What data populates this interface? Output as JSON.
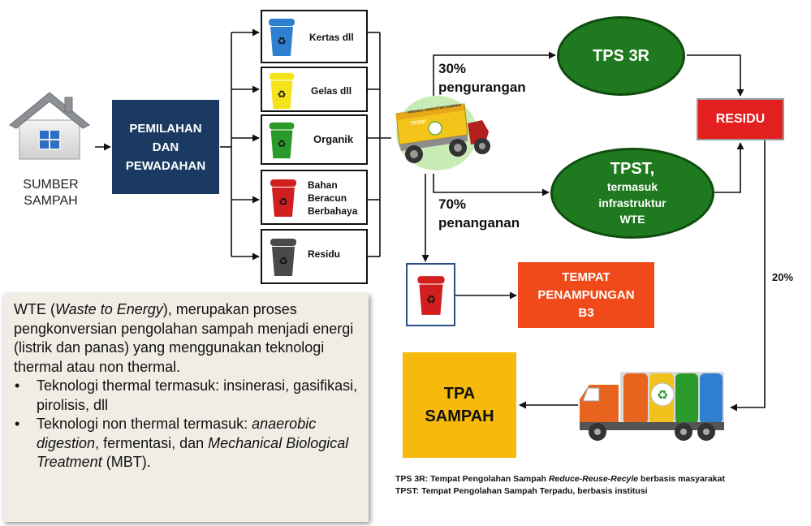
{
  "source": {
    "line1": "SUMBER",
    "line2": "SAMPAH"
  },
  "sorting": {
    "line1": "PEMILAHAN",
    "line2": "DAN",
    "line3": "PEWADAHAN"
  },
  "bins": [
    {
      "label": "Kertas dll",
      "color": "#2f7fd0"
    },
    {
      "label": "Gelas dll",
      "color": "#f4e21b"
    },
    {
      "label": "Organik",
      "color": "#2a9a2a"
    },
    {
      "label_lines": [
        "Bahan",
        "Beracun",
        "Berbahaya"
      ],
      "color": "#d11f1f"
    },
    {
      "label": "Residu",
      "color": "#4a4a4a"
    }
  ],
  "truck_small": {
    "banner": "ARMADA ANGKUTAN SAMPAH",
    "tag": "TPS3R"
  },
  "reduction": {
    "percent": "30%",
    "word": "pengurangan"
  },
  "handling": {
    "percent": "70%",
    "word": "penanganan"
  },
  "tps3r": {
    "label": "TPS 3R"
  },
  "tpst": {
    "title": "TPST,",
    "line2": "termasuk",
    "line3": "infrastruktur",
    "line4": "WTE"
  },
  "residu": {
    "label": "RESIDU"
  },
  "residu_percent": "20%",
  "b3": {
    "line1": "TEMPAT",
    "line2": "PENAMPUNGAN",
    "line3": "B3"
  },
  "tpa": {
    "line1": "TPA",
    "line2": "SAMPAH"
  },
  "info": {
    "intro_pre": "WTE (",
    "intro_italic": "Waste to Energy",
    "intro_post": "), merupakan proses pengkonversian pengolahan sampah menjadi energi (listrik dan panas) yang menggunakan teknologi thermal atau non thermal.",
    "bullet1": "Teknologi thermal termasuk: insinerasi, gasifikasi, pirolisis, dll",
    "bullet2_pre": "Teknologi non thermal termasuk: ",
    "bullet2_italic1": "anaerobic digestion",
    "bullet2_mid": ", fermentasi, dan ",
    "bullet2_italic2": "Mechanical Biological Treatment",
    "bullet2_post": " (MBT)."
  },
  "footnote": {
    "line1_pre": "TPS 3R: Tempat Pengolahan Sampah ",
    "line1_italic": "Reduce-Reuse-Recyle",
    "line1_post": " berbasis masyarakat",
    "line2": "TPST: Tempat Pengolahan Sampah Terpadu, berbasis institusi"
  },
  "colors": {
    "sorting_box": "#1b3a63",
    "ellipse": "#1f7a1f",
    "residu": "#e41f1f",
    "b3": "#f04a1a",
    "tpa": "#f6b90c",
    "info_bg": "#f0ede5"
  }
}
